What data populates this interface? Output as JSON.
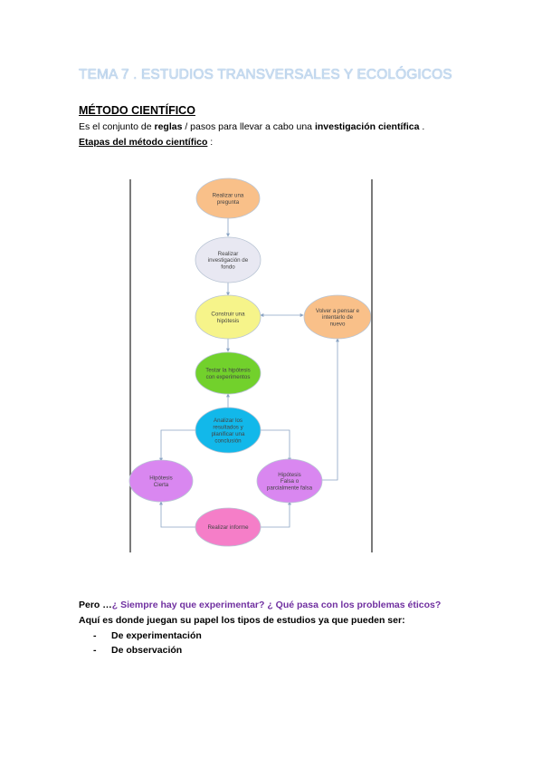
{
  "document": {
    "title": "TEMA 7 . ESTUDIOS TRANSVERSALES Y ECOLÓGICOS",
    "section_heading": "MÉTODO CIENTÍFICO",
    "definition": {
      "part1": "Es el conjunto de ",
      "reglas": "reglas",
      "part2": " / pasos para llevar a cabo una ",
      "investigacion": "investigación científica",
      "part3": " ."
    },
    "etapas": {
      "label": "Etapas del método científico",
      "suffix": " :"
    },
    "question": {
      "prefix": "Pero …",
      "highlight": "¿ Siempre hay que experimentar? ¿ Qué pasa con los problemas éticos?"
    },
    "intro": "Aquí es donde juegan su papel los tipos de estudios ya que pueden ser:",
    "bullet_dash": "-",
    "study_types": [
      "De experimentación",
      "De observación"
    ]
  },
  "diagram": {
    "nodes": {
      "pregunta": [
        "Realizar una",
        "pregunta"
      ],
      "investigacion": [
        "Realizar",
        "investigación de",
        "fondo"
      ],
      "hipotesis": [
        "Construir una",
        "hipótesis"
      ],
      "volver": [
        "Volver a pensar e",
        "intentarlo de",
        "nuevo"
      ],
      "testar": [
        "Testar la hipótesis",
        "con experimentos"
      ],
      "analizar": [
        "Analizar los",
        "resultados y",
        "planificar una",
        "conclusión"
      ],
      "cierta": [
        "Hipótesis",
        "Cierta"
      ],
      "falsa": [
        "Hipótesis",
        "Falsa o",
        "parcialmente falsa"
      ],
      "informe": [
        "Realizar informe"
      ]
    },
    "colors": {
      "pregunta": "#f9c089",
      "investigacion": "#e8e8f2",
      "hipotesis": "#f6f48a",
      "volver": "#f9c089",
      "testar": "#72d12c",
      "analizar": "#12b8ea",
      "cierta": "#d987f0",
      "falsa": "#d987f0",
      "informe": "#f57ec8",
      "connector": "#8aa4c4"
    }
  }
}
